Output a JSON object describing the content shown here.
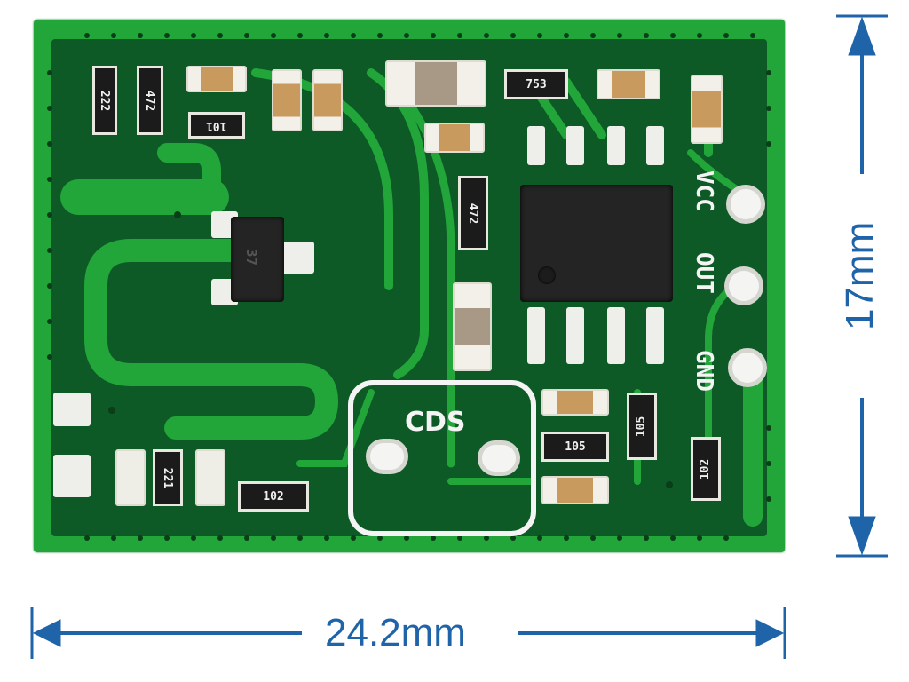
{
  "image": {
    "subject": "PCB module (microwave radar sensor)",
    "board_color": "#22a63a",
    "dimension_color": "#1f64a8"
  },
  "dimensions": {
    "width_label": "24.2mm",
    "height_label": "17mm"
  },
  "silkscreen": {
    "pin_labels": [
      "VCC",
      "OUT",
      "GND"
    ],
    "sensor_box_label": "CDS"
  },
  "resistors": [
    {
      "code": "222"
    },
    {
      "code": "472"
    },
    {
      "code": "101"
    },
    {
      "code": "753"
    },
    {
      "code": "472"
    },
    {
      "code": "105"
    },
    {
      "code": "105"
    },
    {
      "code": "102"
    },
    {
      "code": "221"
    },
    {
      "code": "102"
    }
  ],
  "transistor_marking": "37"
}
